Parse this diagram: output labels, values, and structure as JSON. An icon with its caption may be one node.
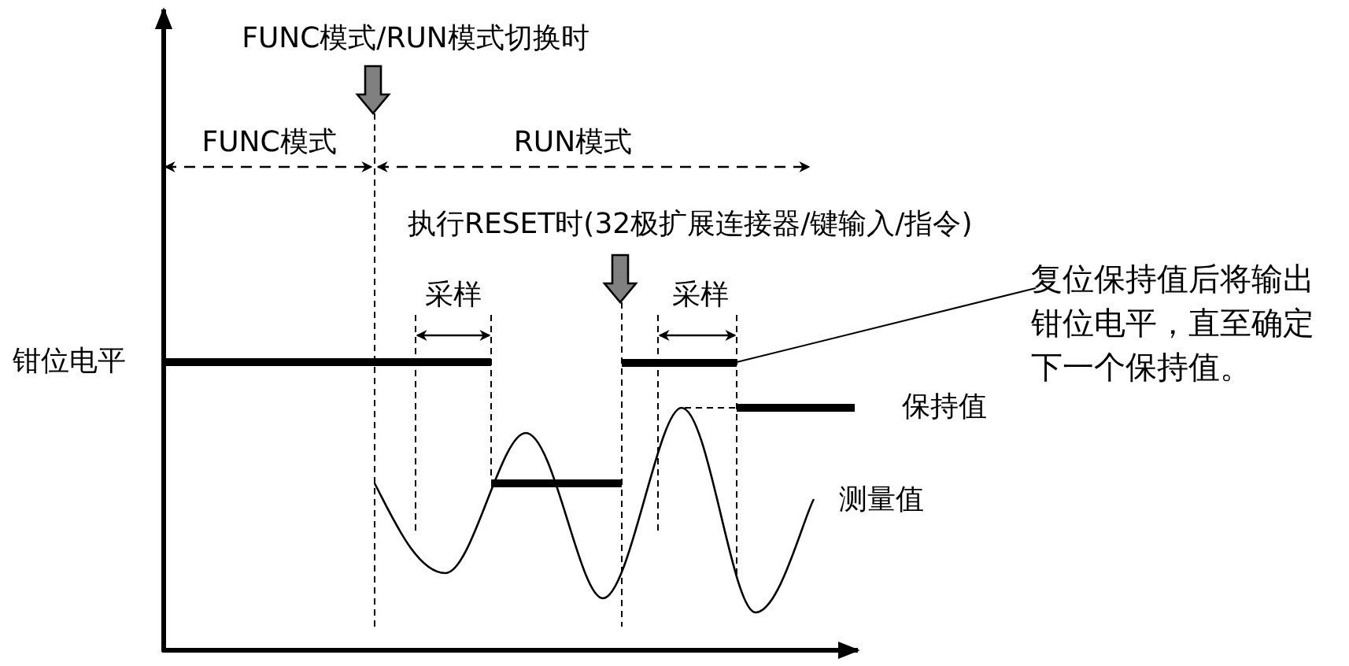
{
  "diagram": {
    "nodes": [
      {
        "text": [
          "复位保持值后将输出钳位电平，直至确定下一个保持值。"
        ]
      },
      {
        "text": [],
        "shape": "bar"
      }
    ],
    "edges": [
      {
        "from": 0,
        "to": 1,
        "arrow": "none"
      }
    ],
    "labels": [
      "FUNC模式/RUN模式切换时",
      "FUNC模式",
      "RUN模式",
      "执行RESET时(32极扩展连接器/键输入/指令)",
      "采样",
      "采样",
      "钳位电平",
      "保持值",
      "测量值"
    ]
  }
}
